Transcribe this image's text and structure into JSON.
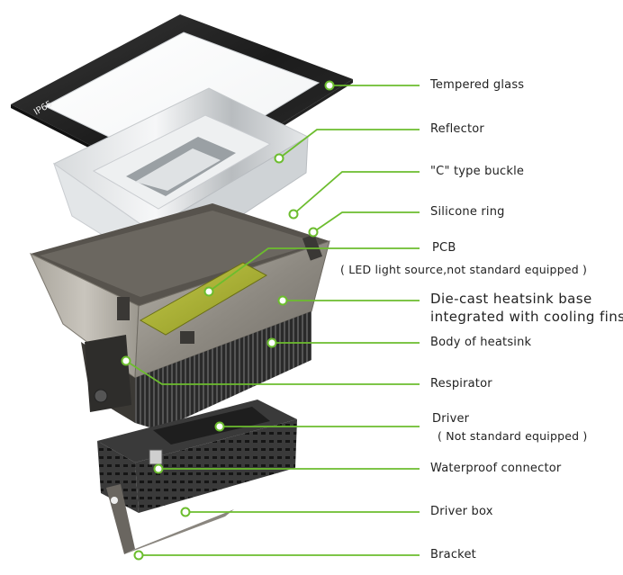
{
  "glass_badge": "IP65",
  "line_color": "#6cbd2e",
  "labels": {
    "tempered_glass": "Tempered glass",
    "reflector": "Reflector",
    "c_buckle": "\"C\" type buckle",
    "silicone_ring": "Silicone ring",
    "pcb": "PCB",
    "pcb_note": "( LED light source,not standard equipped )",
    "heatsink_base_1": "Die-cast heatsink base",
    "heatsink_base_2": "integrated with cooling fins",
    "body_heatsink": "Body of heatsink",
    "respirator": "Respirator",
    "driver": "Driver",
    "driver_note": "( Not standard equipped )",
    "waterproof_connector": "Waterproof connector",
    "driver_box": "Driver box",
    "bracket": "Bracket"
  }
}
